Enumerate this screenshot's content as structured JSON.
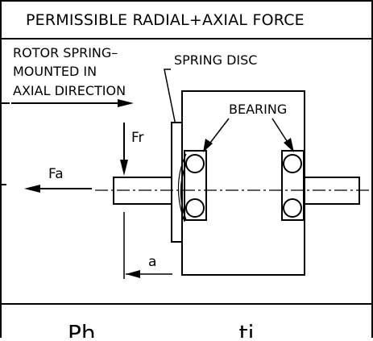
{
  "title": "PERMISSIBLE RADIAL+AXIAL FORCE",
  "rotor_note": [
    "ROTOR SPRING–",
    "MOUNTED IN",
    "AXIAL DIRECTION"
  ],
  "labels": {
    "spring_disc": "SPRING DISC",
    "bearing": "BEARING",
    "fr": "Fr",
    "fa": "Fa",
    "a": "a"
  },
  "caption_partial": "Ph                    ti"
}
